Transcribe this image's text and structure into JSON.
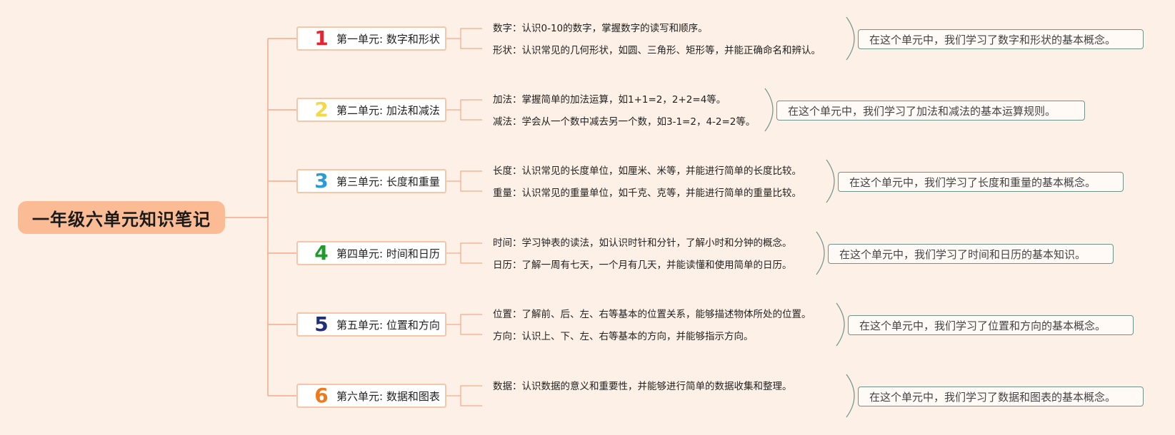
{
  "root": {
    "title": "一年级六单元知识笔记"
  },
  "units": [
    {
      "number": "1",
      "color": "#e8242f",
      "title": "第一单元: 数字和形状",
      "points": [
        "数字：认识0-10的数字，掌握数字的读写和顺序。",
        "形状：认识常见的几何形状，如圆、三角形、矩形等，并能正确命名和辨认。"
      ],
      "summary": "在这个单元中，我们学习了数字和形状的基本概念。"
    },
    {
      "number": "2",
      "color": "#f2d94a",
      "title": "第二单元: 加法和减法",
      "points": [
        "加法：掌握简单的加法运算，如1+1=2，2+2=4等。",
        "减法：学会从一个数中减去另一个数，如3-1=2，4-2=2等。"
      ],
      "summary": "在这个单元中，我们学习了加法和减法的基本运算规则。"
    },
    {
      "number": "3",
      "color": "#2a9ad8",
      "title": "第三单元: 长度和重量",
      "points": [
        "长度：认识常见的长度单位，如厘米、米等，并能进行简单的长度比较。",
        "重量：认识常见的重量单位，如千克、克等，并能进行简单的重量比较。"
      ],
      "summary": "在这个单元中，我们学习了长度和重量的基本概念。"
    },
    {
      "number": "4",
      "color": "#1f9a2c",
      "title": "第四单元: 时间和日历",
      "points": [
        "时间：学习钟表的读法，如认识时针和分针，了解小时和分钟的概念。",
        "日历：了解一周有七天，一个月有几天，并能读懂和使用简单的日历。"
      ],
      "summary": "在这个单元中，我们学习了时间和日历的基本知识。"
    },
    {
      "number": "5",
      "color": "#1f2f7a",
      "title": "第五单元: 位置和方向",
      "points": [
        "位置：了解前、后、左、右等基本的位置关系，能够描述物体所处的位置。",
        "方向：认识上、下、左、右等基本的方向，并能够指示方向。"
      ],
      "summary": "在这个单元中，我们学习了位置和方向的基本概念。"
    },
    {
      "number": "6",
      "color": "#f07a1a",
      "title": "第六单元: 数据和图表",
      "points": [
        "数据：认识数据的意义和重要性，并能够进行简单的数据收集和整理。",
        ""
      ],
      "summary": "在这个单元中，我们学习了数据和图表的基本概念。"
    }
  ],
  "colors": {
    "background": "#fdf0e6",
    "root": "#fbbb94",
    "connector": "#f4a98a",
    "unit_border": "#f6c6a8",
    "summary_border": "#6e958b"
  }
}
